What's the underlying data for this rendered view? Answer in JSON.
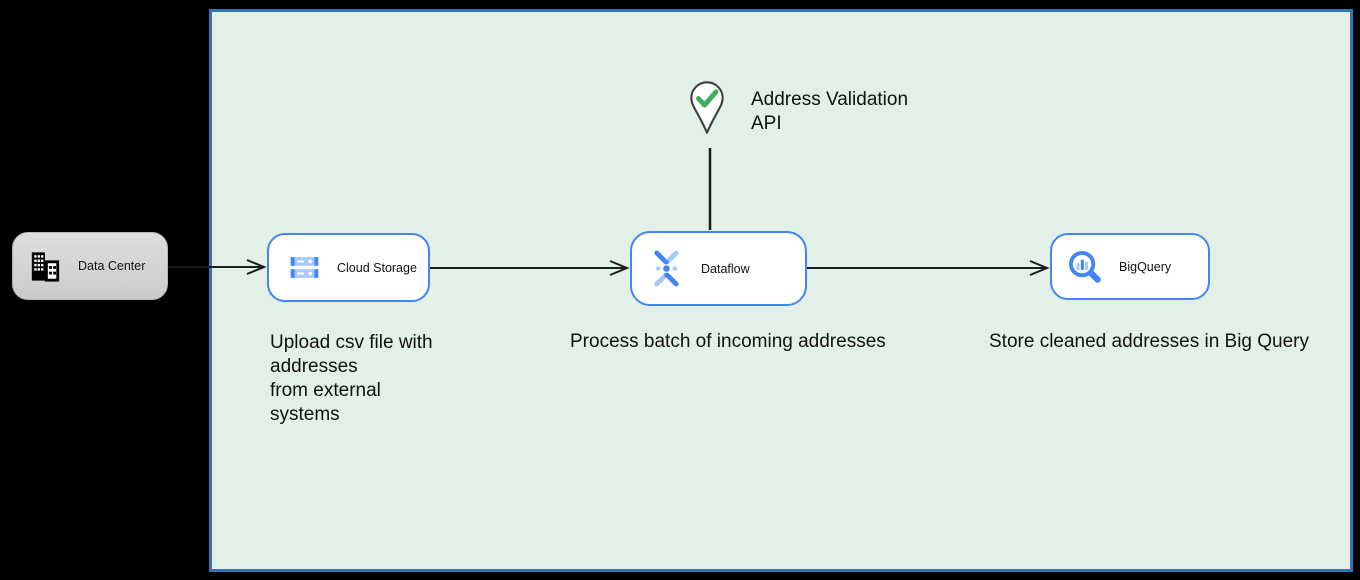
{
  "colors": {
    "background": "#000000",
    "zone_fill": "#E3F0E8",
    "zone_border": "#3574B3",
    "node_border": "#4285F4",
    "node_fill": "#FFFFFF",
    "datacenter_fill": "#D6D6D6",
    "arrow": "#1C1C1C",
    "icon_blue": "#4285F4",
    "icon_blue_light": "#A8C7FA",
    "check_green": "#3FAF5F",
    "pin_outline": "#3C4043",
    "text": "#111111"
  },
  "nodes": {
    "data_center": {
      "label": "Data Center",
      "icon": "building-icon"
    },
    "cloud_storage": {
      "label": "Cloud Storage",
      "icon": "cloud-storage-icon"
    },
    "dataflow": {
      "label": "Dataflow",
      "icon": "dataflow-icon"
    },
    "bigquery": {
      "label": "BigQuery",
      "icon": "bigquery-icon"
    }
  },
  "api_marker": {
    "icon": "map-pin-check-icon",
    "label_lines": [
      "Address Validation",
      "API"
    ]
  },
  "annotations": {
    "upload": {
      "lines": [
        "Upload csv file with",
        "addresses",
        "from external",
        "systems"
      ]
    },
    "process": {
      "text": "Process batch of incoming addresses"
    },
    "store": {
      "text": "Store cleaned addresses in Big Query"
    }
  }
}
